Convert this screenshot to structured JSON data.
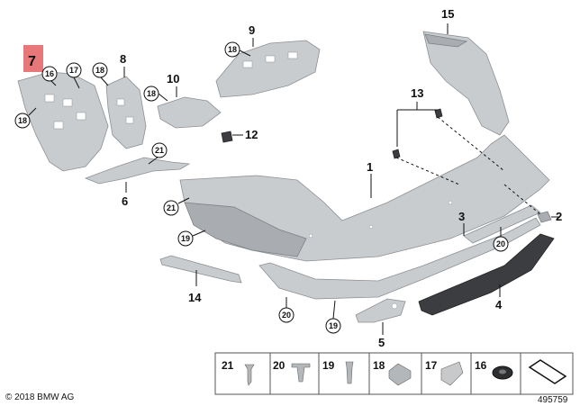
{
  "highlighted_part": "7",
  "parts": {
    "p1": "1",
    "p2": "2",
    "p3": "3",
    "p4": "4",
    "p5": "5",
    "p6": "6",
    "p8": "8",
    "p9": "9",
    "p10": "10",
    "p12": "12",
    "p13": "13",
    "p14": "14",
    "p15": "15"
  },
  "callouts": {
    "c16": "16",
    "c17": "17",
    "c18": "18",
    "c19": "19",
    "c20": "20",
    "c21": "21"
  },
  "legend": {
    "items": [
      "21",
      "20",
      "19",
      "18",
      "17",
      "16"
    ]
  },
  "footer": {
    "copyright": "© 2018 BMW AG",
    "diagram_number": "495759"
  },
  "colors": {
    "highlight": "#e8777a",
    "part_fill": "#c9ccce",
    "part_black": "#3b3d40"
  }
}
